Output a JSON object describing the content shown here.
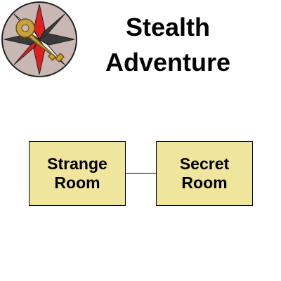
{
  "header": {
    "logo_icon": "compass-key-icon",
    "title_line1": "Stealth",
    "title_line2": "Adventure"
  },
  "map": {
    "rooms": [
      {
        "line1": "Strange",
        "line2": "Room"
      },
      {
        "line1": "Secret",
        "line2": "Room"
      }
    ],
    "connections": [
      {
        "from": 0,
        "to": 1
      }
    ]
  },
  "colors": {
    "room_fill": "#f0e59c",
    "room_border": "#000000",
    "compass_red": "#e02020",
    "compass_dark": "#3a3a3a",
    "compass_bg": "#c9b7b3",
    "key_gold": "#c9a13a"
  }
}
